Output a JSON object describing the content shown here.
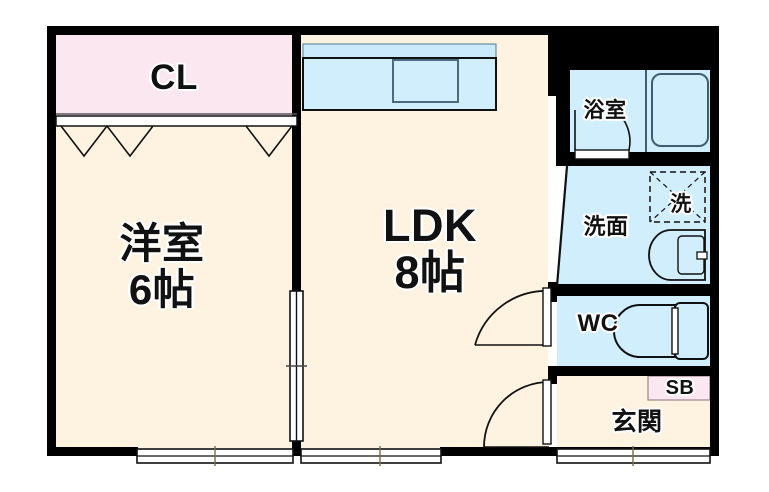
{
  "plan": {
    "title": "",
    "colors": {
      "wall": "#000000",
      "floor_cream": "#fdf3e0",
      "closet_pink": "#fbe7f0",
      "wet_blue": "#d0eefc",
      "counter_blue": "#cbeafb",
      "outline": "#2b2b2b",
      "fixture_line": "#1a1a1a",
      "background": "#ffffff"
    },
    "rooms": [
      {
        "id": "cl",
        "label": "CL",
        "fill": "closet_pink",
        "type": "closet"
      },
      {
        "id": "yoshitsu",
        "label": "洋室",
        "size": "6帖",
        "fill": "floor_cream",
        "type": "bedroom"
      },
      {
        "id": "ldk",
        "label": "LDK",
        "size": "8帖",
        "fill": "floor_cream",
        "type": "living-dining-kitchen"
      },
      {
        "id": "yokushitsu",
        "label": "浴室",
        "fill": "wet_blue",
        "type": "bathroom"
      },
      {
        "id": "senmen",
        "label": "洗面",
        "fill": "wet_blue",
        "type": "washroom"
      },
      {
        "id": "wc",
        "label": "WC",
        "fill": "wet_blue",
        "type": "toilet"
      },
      {
        "id": "genkan",
        "label": "玄関",
        "fill": "floor_cream",
        "type": "entrance"
      },
      {
        "id": "sb",
        "label": "SB",
        "fill": "closet_pink",
        "type": "shoe-box"
      }
    ],
    "fixtures": [
      {
        "id": "kitchen-counter",
        "name": "kitchen-counter-icon"
      },
      {
        "id": "sink-stove",
        "name": "kitchen-sink-icon"
      },
      {
        "id": "bathtub",
        "name": "bathtub-icon"
      },
      {
        "id": "washer",
        "label": "洗",
        "name": "washing-machine-icon"
      },
      {
        "id": "vanity",
        "name": "vanity-sink-icon"
      },
      {
        "id": "toilet",
        "name": "toilet-icon"
      }
    ],
    "openings": [
      {
        "id": "closet-doors",
        "name": "folding-closet-door-icon"
      },
      {
        "id": "sliding-interior",
        "name": "sliding-door-icon"
      },
      {
        "id": "window-bedroom",
        "name": "window-icon"
      },
      {
        "id": "window-ldk",
        "name": "window-icon"
      },
      {
        "id": "bath-door",
        "name": "bath-door-icon"
      },
      {
        "id": "ldk-door",
        "name": "hinged-door-icon"
      },
      {
        "id": "genkan-door",
        "name": "hinged-door-icon"
      },
      {
        "id": "entry-door",
        "name": "entry-door-icon"
      }
    ]
  }
}
